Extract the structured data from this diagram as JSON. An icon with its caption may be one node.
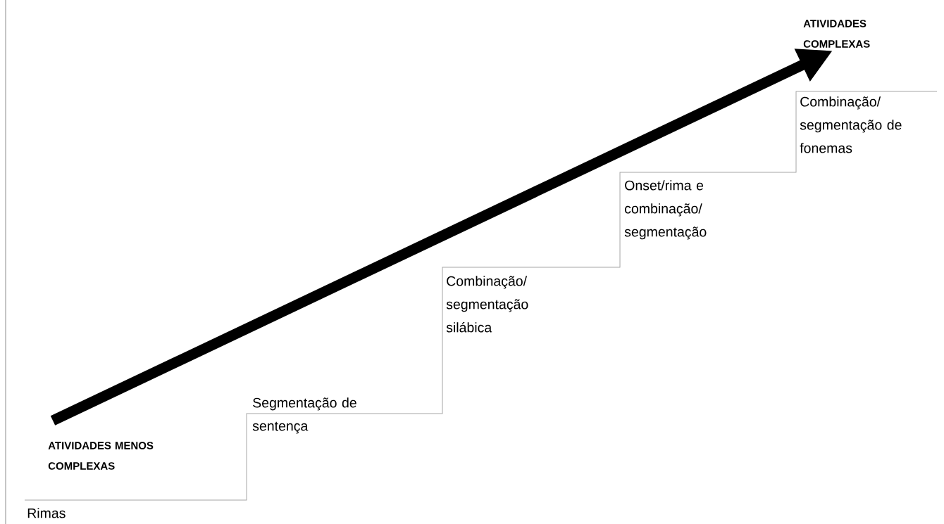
{
  "diagram": {
    "labels": [
      "ATIVIDADES COMPLEXAS",
      "Combinação/ segmentação de fonemas",
      "Onset/rima e combinação/ segmentação",
      "Combinação/ segmentação silábica",
      "Segmentação de sentença",
      "ATIVIDADES MENOS COMPLEXAS",
      "Rimas"
    ]
  }
}
